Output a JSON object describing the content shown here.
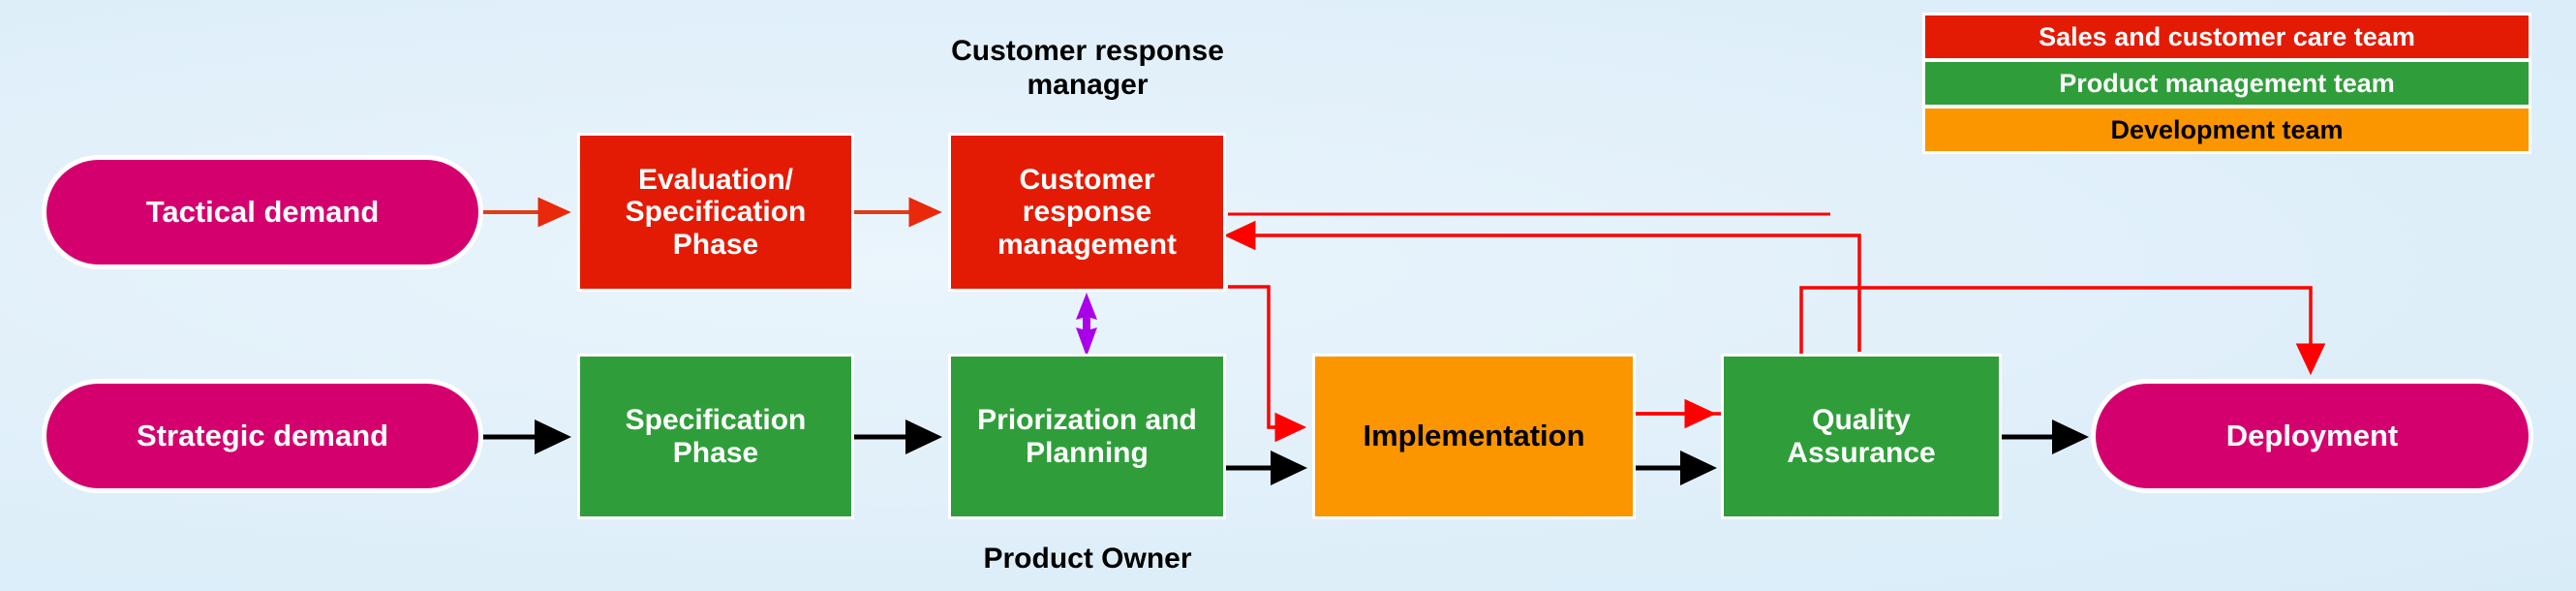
{
  "diagram": {
    "title_caption_top": "Customer response\nmanager",
    "title_caption_bottom": "Product Owner",
    "nodes": {
      "tactical_demand": "Tactical demand",
      "evaluation_specification_phase": "Evaluation/\nSpecification\nPhase",
      "customer_response_management": "Customer\nresponse\nmanagement",
      "strategic_demand": "Strategic demand",
      "specification_phase": "Specification\nPhase",
      "priorization_and_planning": "Priorization and\nPlanning",
      "implementation": "Implementation",
      "quality_assurance": "Quality\nAssurance",
      "deployment": "Deployment"
    },
    "captions": {
      "customer_response_manager": "Customer response\nmanager",
      "product_owner": "Product Owner"
    },
    "legend": [
      {
        "label": "Sales and customer care team",
        "color": "#e41b04",
        "text_color": "#ffffff"
      },
      {
        "label": "Product management team",
        "color": "#2f9e3a",
        "text_color": "#ffffff"
      },
      {
        "label": "Development team",
        "color": "#fb9500",
        "text_color": "#000000"
      }
    ],
    "colors": {
      "background": "#e2f0fa",
      "pink": "#d4006e",
      "red": "#e41b04",
      "green": "#2f9e3a",
      "orange": "#fb9500",
      "purple_arrow": "#aa00e8",
      "black_arrow": "#000000",
      "red_arrow": "#ff0000"
    },
    "edges": [
      {
        "from": "tactical_demand",
        "to": "evaluation_specification_phase",
        "color": "#e03c16",
        "style": "solid"
      },
      {
        "from": "evaluation_specification_phase",
        "to": "customer_response_management",
        "color": "#e03c16",
        "style": "solid"
      },
      {
        "from": "strategic_demand",
        "to": "specification_phase",
        "color": "#000000",
        "style": "solid"
      },
      {
        "from": "specification_phase",
        "to": "priorization_and_planning",
        "color": "#000000",
        "style": "solid"
      },
      {
        "from": "priorization_and_planning",
        "to": "implementation",
        "color": "#000000",
        "style": "solid"
      },
      {
        "from": "customer_response_management",
        "to": "implementation",
        "color": "#ff0000",
        "style": "elbow"
      },
      {
        "from": "implementation",
        "to": "quality_assurance",
        "color": "#000000",
        "style": "solid"
      },
      {
        "from": "implementation",
        "to": "quality_assurance",
        "color": "#ff0000",
        "style": "solid"
      },
      {
        "from": "quality_assurance",
        "to": "customer_response_management",
        "color": "#ff0000",
        "style": "elbow-feedback"
      },
      {
        "from": "quality_assurance",
        "to": "deployment",
        "color": "#000000",
        "style": "solid"
      },
      {
        "from": "customer_response_management",
        "to": "deployment",
        "color": "#ff0000",
        "style": "elbow-down"
      },
      {
        "from": "customer_response_management",
        "to": "priorization_and_planning",
        "color": "#aa00e8",
        "style": "double-arrow"
      }
    ]
  }
}
